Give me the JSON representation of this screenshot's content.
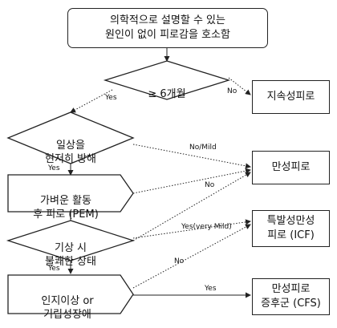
{
  "title": "의학적으로 설명할 수 있는\n원인이 없이 피로감을 호소함",
  "decisions": {
    "d1": "≥  6개월",
    "d2": "일상을\n현저히 방해",
    "d3": "가벼운 활동\n후 피로 (PEM)",
    "d4": "기상 시\n불쾌한 상태",
    "d5": "인지이상 or\n기립성장애"
  },
  "outcomes": {
    "o1": "지속성피로",
    "o2": "만성피로",
    "o3": "특발성만성\n피로 (ICF)",
    "o4": "만성피로\n증후군 (CFS)"
  },
  "edge_labels": {
    "d1_no": "No",
    "d1_yes": "Yes",
    "d2_no": "No/Mild",
    "d2_yes": "Yes",
    "d3_no": "No",
    "d4_yes_mild": "Yes(very Mild)",
    "d4_yes": "Yes",
    "d5_no": "No",
    "d5_yes": "Yes"
  }
}
